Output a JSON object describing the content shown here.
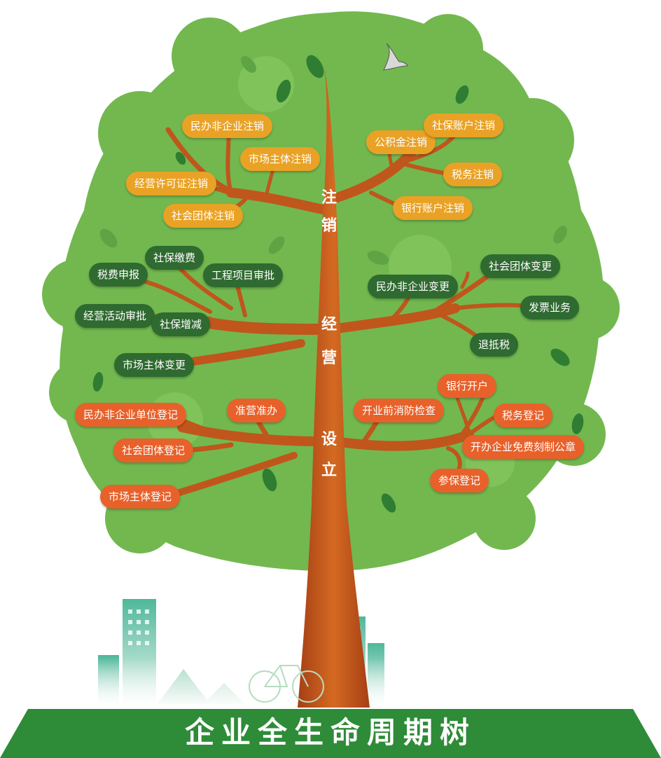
{
  "title": "企业全生命周期树",
  "stages": [
    {
      "chars": [
        "注",
        "销"
      ]
    },
    {
      "chars": [
        "经",
        "营"
      ]
    },
    {
      "chars": [
        "设",
        "立"
      ]
    }
  ],
  "cancellation": {
    "left": [
      "民办非企业注销",
      "市场主体注销",
      "经营许可证注销",
      "社会团体注销"
    ],
    "right": [
      "公积金注销",
      "社保账户注销",
      "税务注销",
      "银行账户注销"
    ]
  },
  "operation": {
    "left": [
      "社保缴费",
      "税费申报",
      "工程项目审批",
      "经营活动审批",
      "社保增减",
      "市场主体变更"
    ],
    "right": [
      "社会团体变更",
      "民办非企业变更",
      "发票业务",
      "退抵税"
    ]
  },
  "establishment": {
    "left": [
      "民办非企业单位登记",
      "准营准办",
      "社会团体登记",
      "市场主体登记"
    ],
    "right": [
      "开业前消防检查",
      "银行开户",
      "税务登记",
      "开办企业免费刻制公章",
      "参保登记"
    ]
  },
  "colors": {
    "canopy": "#72b84f",
    "trunk": "#c0561c",
    "cancellation_node": "#e9a225",
    "operation_node": "#2f6a30",
    "establishment_node": "#e8612a",
    "ground": "#2e8b37"
  }
}
